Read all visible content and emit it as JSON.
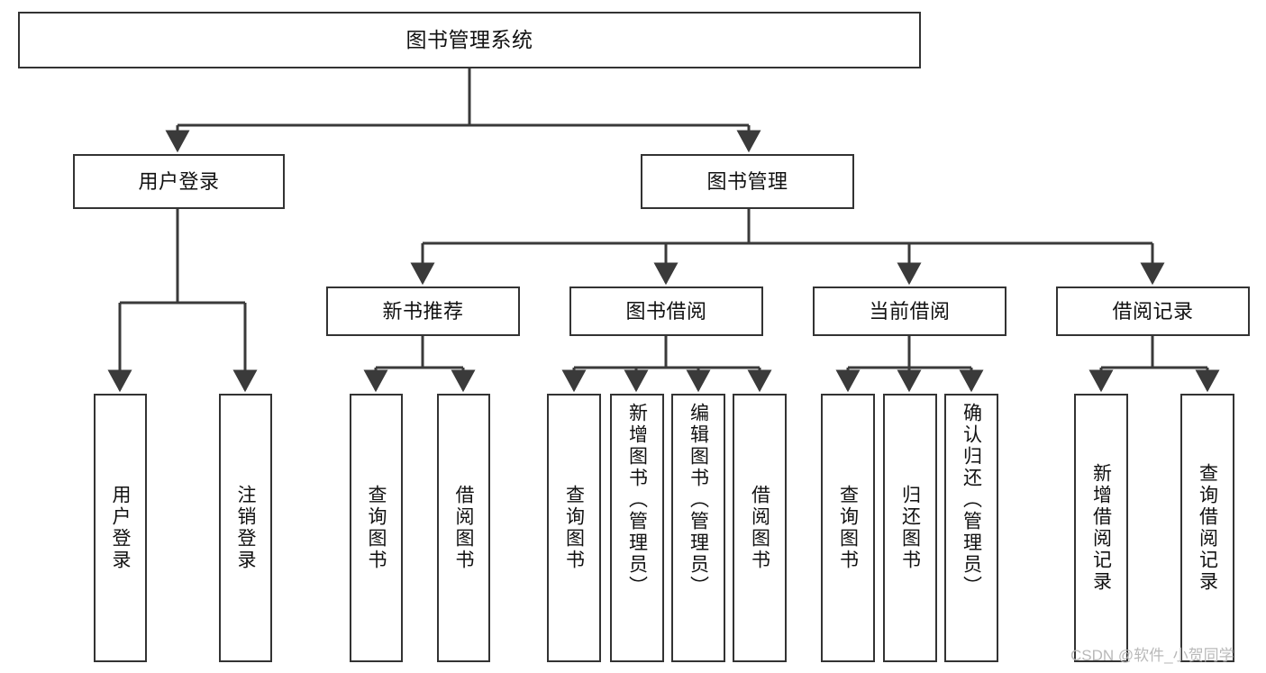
{
  "diagram": {
    "title": "图书管理系统",
    "type": "tree",
    "orientation": "top-down",
    "colors": {
      "background": "#ffffff",
      "box_border": "#333333",
      "box_fill": "#ffffff",
      "edge": "#3a3a3a",
      "text": "#111111",
      "watermark": "#b9b9b9"
    },
    "nodes": {
      "root": {
        "label": "图书管理系统"
      },
      "level2": [
        {
          "id": "user_login",
          "label": "用户登录"
        },
        {
          "id": "book_mgmt",
          "label": "图书管理"
        }
      ],
      "level3": [
        {
          "id": "new_book_rec",
          "label": "新书推荐"
        },
        {
          "id": "book_borrow",
          "label": "图书借阅"
        },
        {
          "id": "current_borrow",
          "label": "当前借阅"
        },
        {
          "id": "borrow_record",
          "label": "借阅记录"
        }
      ],
      "leaves": {
        "user_login": [
          {
            "id": "leaf_user_login",
            "label": "用户登录"
          },
          {
            "id": "leaf_logout",
            "label": "注销登录"
          }
        ],
        "new_book_rec": [
          {
            "id": "leaf_query_book_1",
            "label": "查询图书"
          },
          {
            "id": "leaf_borrow_book_1",
            "label": "借阅图书"
          }
        ],
        "book_borrow": [
          {
            "id": "leaf_query_book_2",
            "label": "查询图书"
          },
          {
            "id": "leaf_add_book",
            "label": "新增图书（管理员）"
          },
          {
            "id": "leaf_edit_book",
            "label": "编辑图书（管理员）"
          },
          {
            "id": "leaf_borrow_book_2",
            "label": "借阅图书"
          }
        ],
        "current_borrow": [
          {
            "id": "leaf_query_book_3",
            "label": "查询图书"
          },
          {
            "id": "leaf_return_book",
            "label": "归还图书"
          },
          {
            "id": "leaf_confirm_return",
            "label": "确认归还（管理员）"
          }
        ],
        "borrow_record": [
          {
            "id": "leaf_add_record",
            "label": "新增借阅记录"
          },
          {
            "id": "leaf_query_record",
            "label": "查询借阅记录"
          }
        ]
      }
    },
    "watermark": "CSDN @软件_小贺同学"
  }
}
